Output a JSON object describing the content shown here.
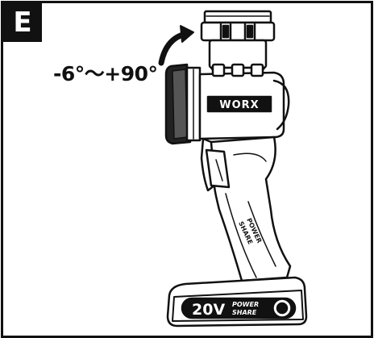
{
  "step": {
    "letter": "E"
  },
  "rotation": {
    "label": "-6°～+90°"
  },
  "tool": {
    "brand": "WORX",
    "side_text_line1": "POWER",
    "side_text_line2": "SHARE"
  },
  "battery": {
    "voltage": "20V",
    "logo_line1": "POWER",
    "logo_line2": "SHARE"
  }
}
